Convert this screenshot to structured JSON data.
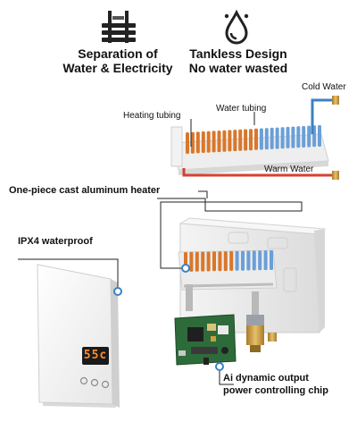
{
  "features": [
    {
      "icon": "separation-icon",
      "line1": "Separation of",
      "line2": "Water & Electricity"
    },
    {
      "icon": "water-drop-icon",
      "line1": "Tankless Design",
      "line2": "No water wasted"
    }
  ],
  "labels": {
    "cold_water": "Cold Water",
    "warm_water": "Warm Water",
    "heating_tubing": "Heating tubing",
    "water_tubing": "Water tubing",
    "aluminum_heater": "One-piece cast aluminum heater",
    "waterproof": "IPX4 waterproof",
    "chip_line1": "Ai dynamic output",
    "chip_line2": "power controlling chip"
  },
  "display": {
    "temperature": "55c"
  },
  "colors": {
    "cold_pipe": "#3b82c4",
    "warm_pipe": "#d64031",
    "heating_coil": "#d9772b",
    "water_coil": "#6a9fd8",
    "pcb_green": "#2e6b3a",
    "display_text": "#ff8a2a",
    "callout_line": "#222222"
  }
}
